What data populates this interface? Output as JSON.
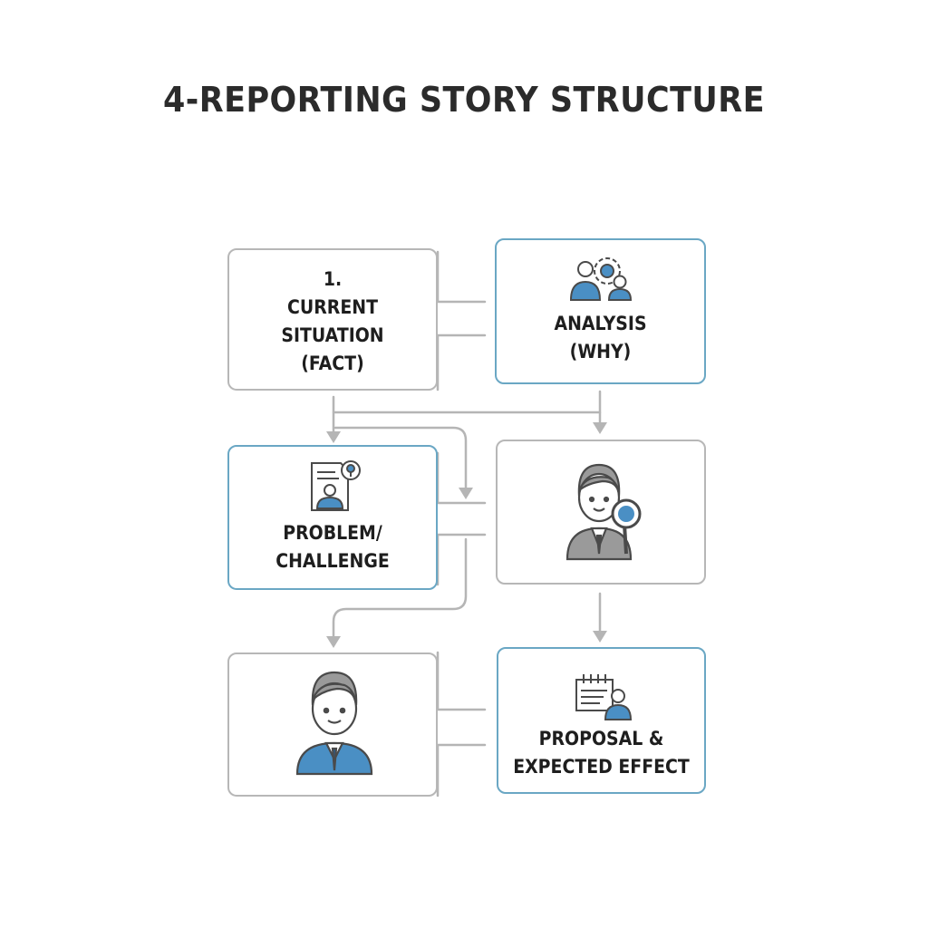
{
  "title": "4-REPORTING STORY STRUCTURE",
  "boxes": {
    "current_situation": {
      "lines": [
        "1.",
        "CURRENT",
        "SITUATION",
        "(FACT)"
      ]
    },
    "analysis": {
      "lines": [
        "ANALYSIS",
        "(WHY)"
      ],
      "icon": "team-gear-icon"
    },
    "problem": {
      "lines": [
        "PROBLEM/",
        "CHALLENGE"
      ],
      "icon": "document-person-icon"
    },
    "investigator": {
      "icon": "person-magnifier-icon"
    },
    "presenter": {
      "icon": "businessman-icon"
    },
    "proposal": {
      "lines": [
        "PROPOSAL &",
        "EXPECTED EFFECT"
      ],
      "icon": "calendar-person-icon"
    }
  },
  "colors": {
    "accent": "#4a8fc4",
    "accent_border": "#6aa7c4",
    "neutral_border": "#b7b7b7",
    "connector": "#b5b5b5",
    "icon_line": "#4a4a4a",
    "skin_fill": "#ffffff",
    "hair": "#9a9a9a"
  }
}
